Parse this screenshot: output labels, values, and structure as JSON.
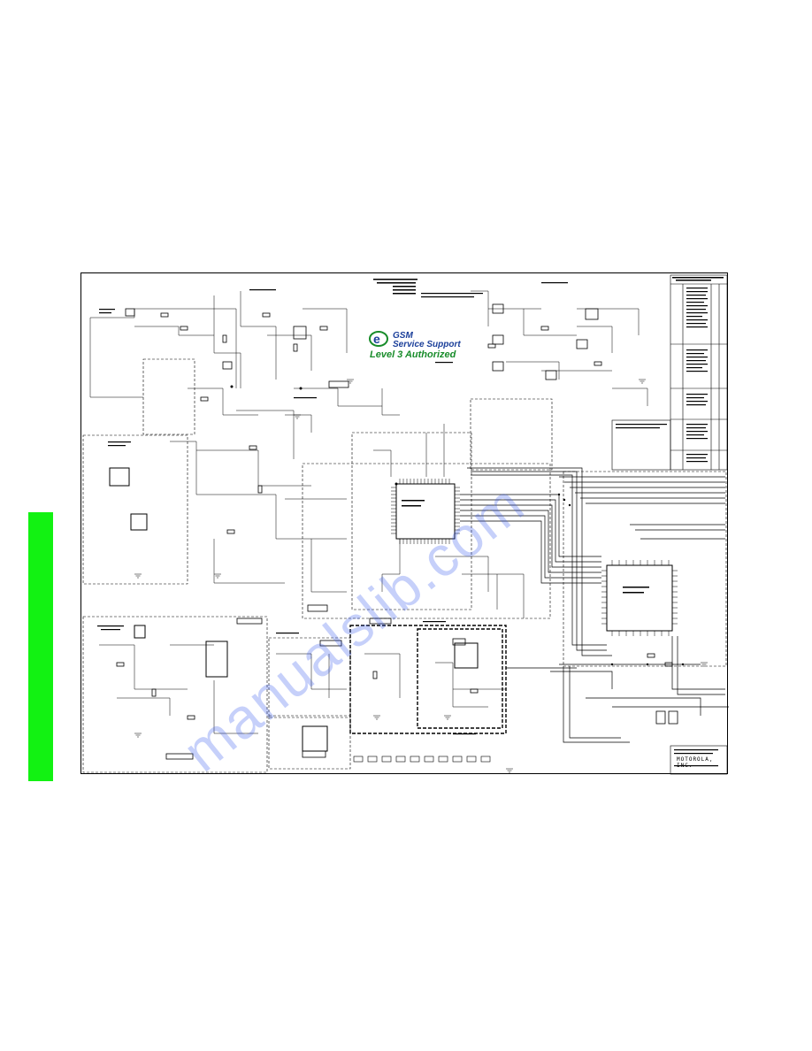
{
  "page": {
    "background": "#ffffff",
    "accent_bar_color": "#12f212"
  },
  "logo": {
    "line1": "GSM",
    "line2": "Service Support",
    "line3": "Level 3 Authorized",
    "text_color": "#1b3f9a",
    "authorized_color": "#188c2a",
    "icon": "globe-e-icon"
  },
  "watermark": {
    "text": "manualslib.com",
    "color": "#3355ee"
  },
  "title_block": {
    "company": "MOTOROLA, INC."
  }
}
